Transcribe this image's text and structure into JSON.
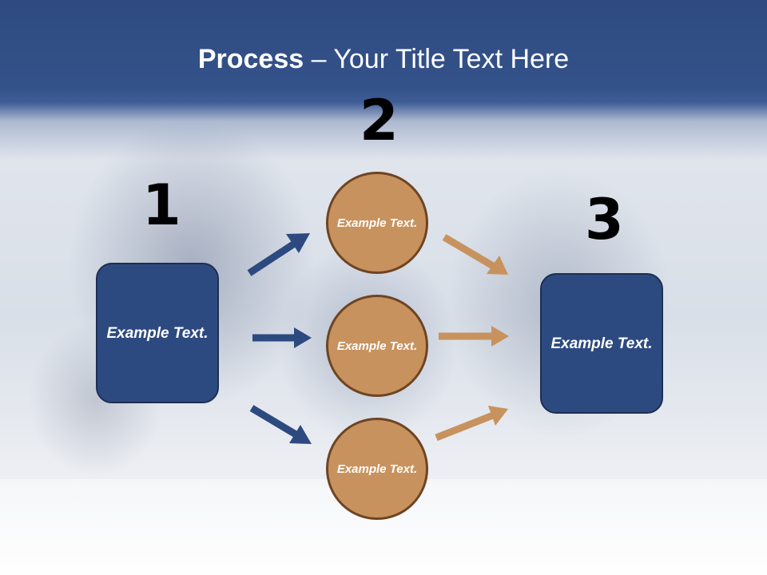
{
  "title": {
    "bold": "Process",
    "rest": " – Your Title Text Here"
  },
  "steps": {
    "n1": "1",
    "n2": "2",
    "n3": "3"
  },
  "left_box": {
    "text": "Example Text."
  },
  "right_box": {
    "text": "Example Text."
  },
  "circles": [
    {
      "text": "Example Text."
    },
    {
      "text": "Example Text."
    },
    {
      "text": "Example Text."
    }
  ],
  "colors": {
    "header": "#2e4a80",
    "box_fill": "#2d4a80",
    "circle_fill": "#c8925e",
    "circle_border": "#6e4422",
    "arrow_blue": "#2d4a80",
    "arrow_orange": "#c8925e"
  }
}
